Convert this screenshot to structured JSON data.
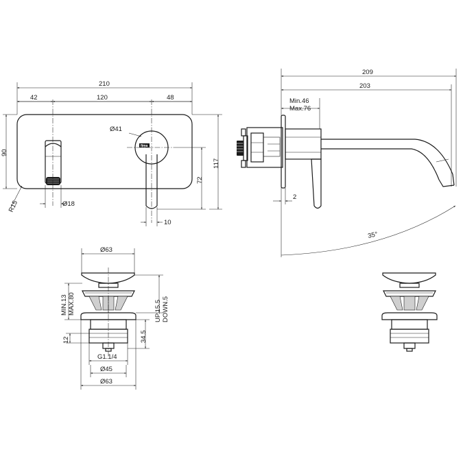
{
  "brand": "fima",
  "front_view": {
    "overall_width": "210",
    "offset_left": "42",
    "center_spacing": "120",
    "offset_right": "48",
    "plate_height": "90",
    "overall_height": "117",
    "handle_diameter": "Ø41",
    "lever_drop": "72",
    "spout_diameter": "Ø18",
    "lever_width": "10",
    "corner_radius": "R15"
  },
  "side_view": {
    "projection": "209",
    "spout_reach": "203",
    "wall_depth_min": "Min.46",
    "wall_depth_max": "Max.76",
    "plate_thickness": "2",
    "spout_angle": "35°"
  },
  "waste_view": {
    "cap_diameter": "Ø63",
    "travel_min": "MIN.13",
    "travel_max": "MAX.80",
    "up_stroke": "UP.15.5",
    "down_stroke": "DOWN.5",
    "body_height": "34.5",
    "thread_length": "12",
    "thread": "G1.1/4",
    "body_diameter": "Ø45",
    "flange_diameter": "Ø63"
  }
}
